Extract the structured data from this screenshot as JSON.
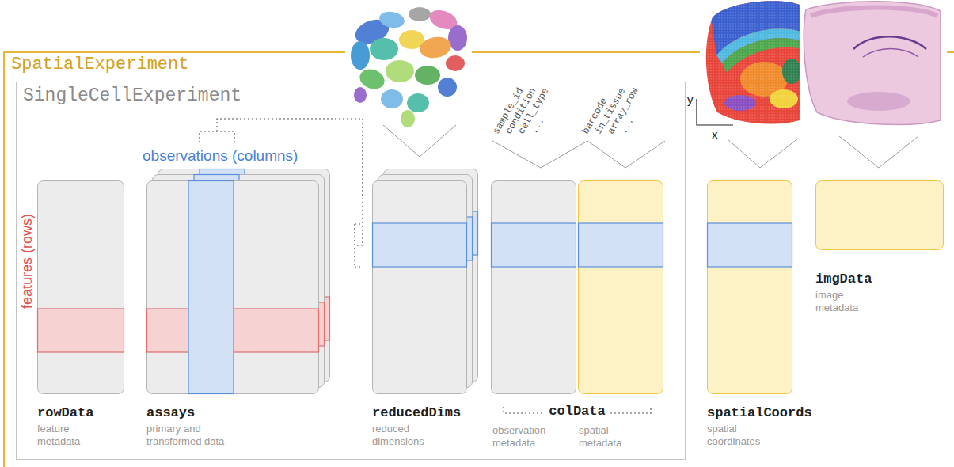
{
  "diagram": {
    "nodes": [
      {
        "text": [
          "SpatialExperiment"
        ]
      },
      {
        "text": [
          "SingleCellExperiment"
        ],
        "in": 0
      },
      {
        "text": [
          "rowData",
          "feature metadata"
        ],
        "in": 1
      },
      {
        "text": [
          "assays",
          "primary and transformed data"
        ],
        "in": 1
      },
      {
        "text": [
          "reducedDims",
          "reduced dimensions"
        ],
        "in": 1
      },
      {
        "text": [
          "observation metadata"
        ],
        "in": 1
      },
      {
        "text": [
          "spatial metadata"
        ],
        "in": 1
      },
      {
        "text": [
          "spatialCoords",
          "spatial coordinates"
        ],
        "in": 0
      },
      {
        "text": [
          "imgData",
          "image metadata"
        ],
        "in": 0
      }
    ],
    "labels": [
      "features (rows)",
      "observations (columns)",
      "sample_id",
      "condition",
      "cell_type",
      "...",
      "barcode",
      "in_tissue",
      "array_row",
      "...",
      "colData",
      "y",
      "x"
    ]
  }
}
